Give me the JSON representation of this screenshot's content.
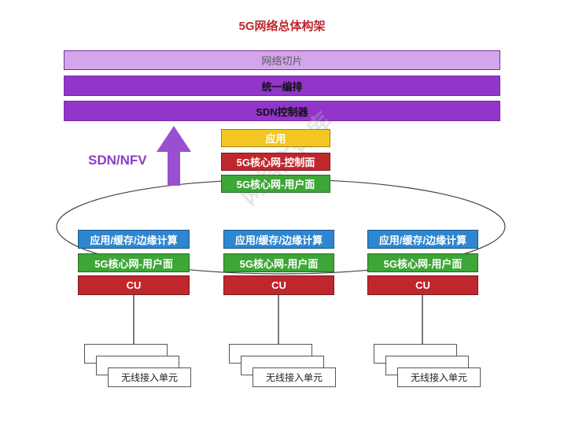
{
  "title": "5G网络总体构架",
  "layers": {
    "slicing": "网络切片",
    "orchestration": "统一编排",
    "sdn_controller": "SDN控制器"
  },
  "sdn_nfv_label": "SDN/NFV",
  "central": {
    "app": "应用",
    "control_plane": "5G核心网-控制面",
    "user_plane": "5G核心网-用户面"
  },
  "edge_nodes": [
    {
      "app": "应用/缓存/边缘计算",
      "user_plane": "5G核心网-用户面",
      "cu": "CU",
      "access_unit": "无线接入单元"
    },
    {
      "app": "应用/缓存/边缘计算",
      "user_plane": "5G核心网-用户面",
      "cu": "CU",
      "access_unit": "无线接入单元"
    },
    {
      "app": "应用/缓存/边缘计算",
      "user_plane": "5G核心网-用户面",
      "cu": "CU",
      "access_unit": "无线接入单元"
    }
  ],
  "colors": {
    "title": "#c0272d",
    "slicing": "#d3a6ec",
    "purple": "#9136c9",
    "arrow": "#9a4fd1",
    "yellow": "#f3c623",
    "red": "#c0272d",
    "green": "#3da636",
    "blue": "#2e86d1"
  },
  "watermark": "网络主体库"
}
